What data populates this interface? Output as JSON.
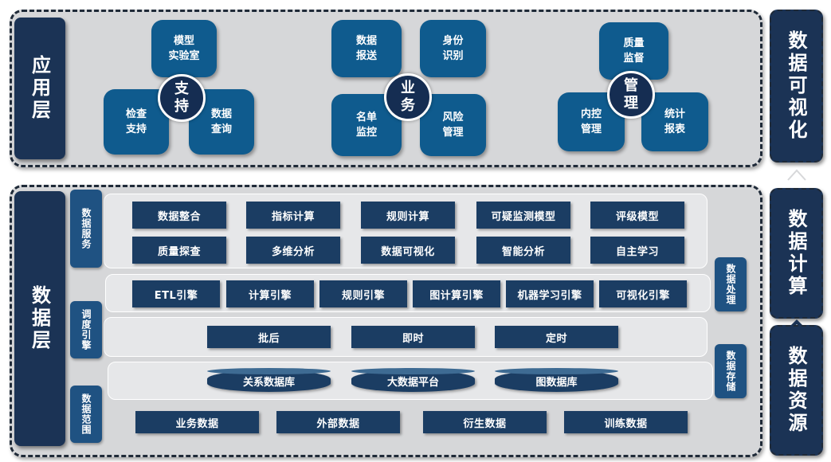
{
  "app_layer": {
    "label": "应用层",
    "clusters": [
      {
        "center": "支\n持",
        "items": [
          "模型\n实验室",
          "检查\n支持",
          "数据\n查询"
        ]
      },
      {
        "center": "业\n务",
        "items": [
          "数据\n报送",
          "身份\n识别",
          "名单\n监控",
          "风险\n管理"
        ]
      },
      {
        "center": "管\n理",
        "items": [
          "质量\n监督",
          "内控\n管理",
          "统计\n报表"
        ]
      }
    ]
  },
  "right_column": {
    "visualization": "数据可视化",
    "compute": "数据计算",
    "resources": "数据资源"
  },
  "data_layer": {
    "label": "数据层",
    "side_labels": {
      "data_services": "数据服务",
      "scheduling_engine": "调度引擎",
      "data_scope": "数据范围",
      "data_processing": "数据处理",
      "data_storage": "数据存储"
    },
    "services_row1": [
      "数据整合",
      "指标计算",
      "规则计算",
      "可疑监测模型",
      "评级模型"
    ],
    "services_row2": [
      "质量探查",
      "多维分析",
      "数据可视化",
      "智能分析",
      "自主学习"
    ],
    "engines": [
      "ETL引擎",
      "计算引擎",
      "规则引擎",
      "图计算引擎",
      "机器学习引擎",
      "可视化引擎"
    ],
    "schedules": [
      "批后",
      "即时",
      "定时"
    ],
    "storage": [
      "关系数据库",
      "大数据平台",
      "图数据库"
    ],
    "scope": [
      "业务数据",
      "外部数据",
      "衍生数据",
      "训练数据"
    ]
  }
}
